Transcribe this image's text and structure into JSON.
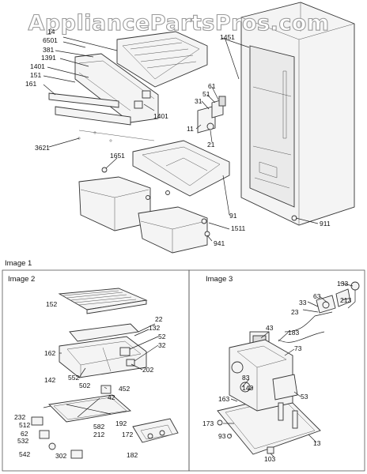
{
  "watermark": "AppliancePartsPros.com",
  "sections": [
    {
      "title": "Image 1"
    },
    {
      "title": "Image 2"
    },
    {
      "title": "Image 3"
    }
  ],
  "labels": {
    "img1": [
      "14",
      "6501",
      "381",
      "1391",
      "1401",
      "151",
      "161",
      "1451",
      "61",
      "51",
      "31",
      "1401",
      "11",
      "21",
      "3621",
      "1651",
      "91",
      "1511",
      "941",
      "911"
    ],
    "img2": [
      "152",
      "22",
      "132",
      "52",
      "32",
      "162",
      "552",
      "502",
      "202",
      "142",
      "452",
      "42",
      "232",
      "512",
      "532",
      "62",
      "542",
      "302",
      "582",
      "212",
      "192",
      "172",
      "182"
    ],
    "img3": [
      "133",
      "213",
      "63",
      "33",
      "23",
      "43",
      "183",
      "73",
      "83",
      "143",
      "53",
      "163",
      "173",
      "93",
      "103",
      "13"
    ]
  }
}
